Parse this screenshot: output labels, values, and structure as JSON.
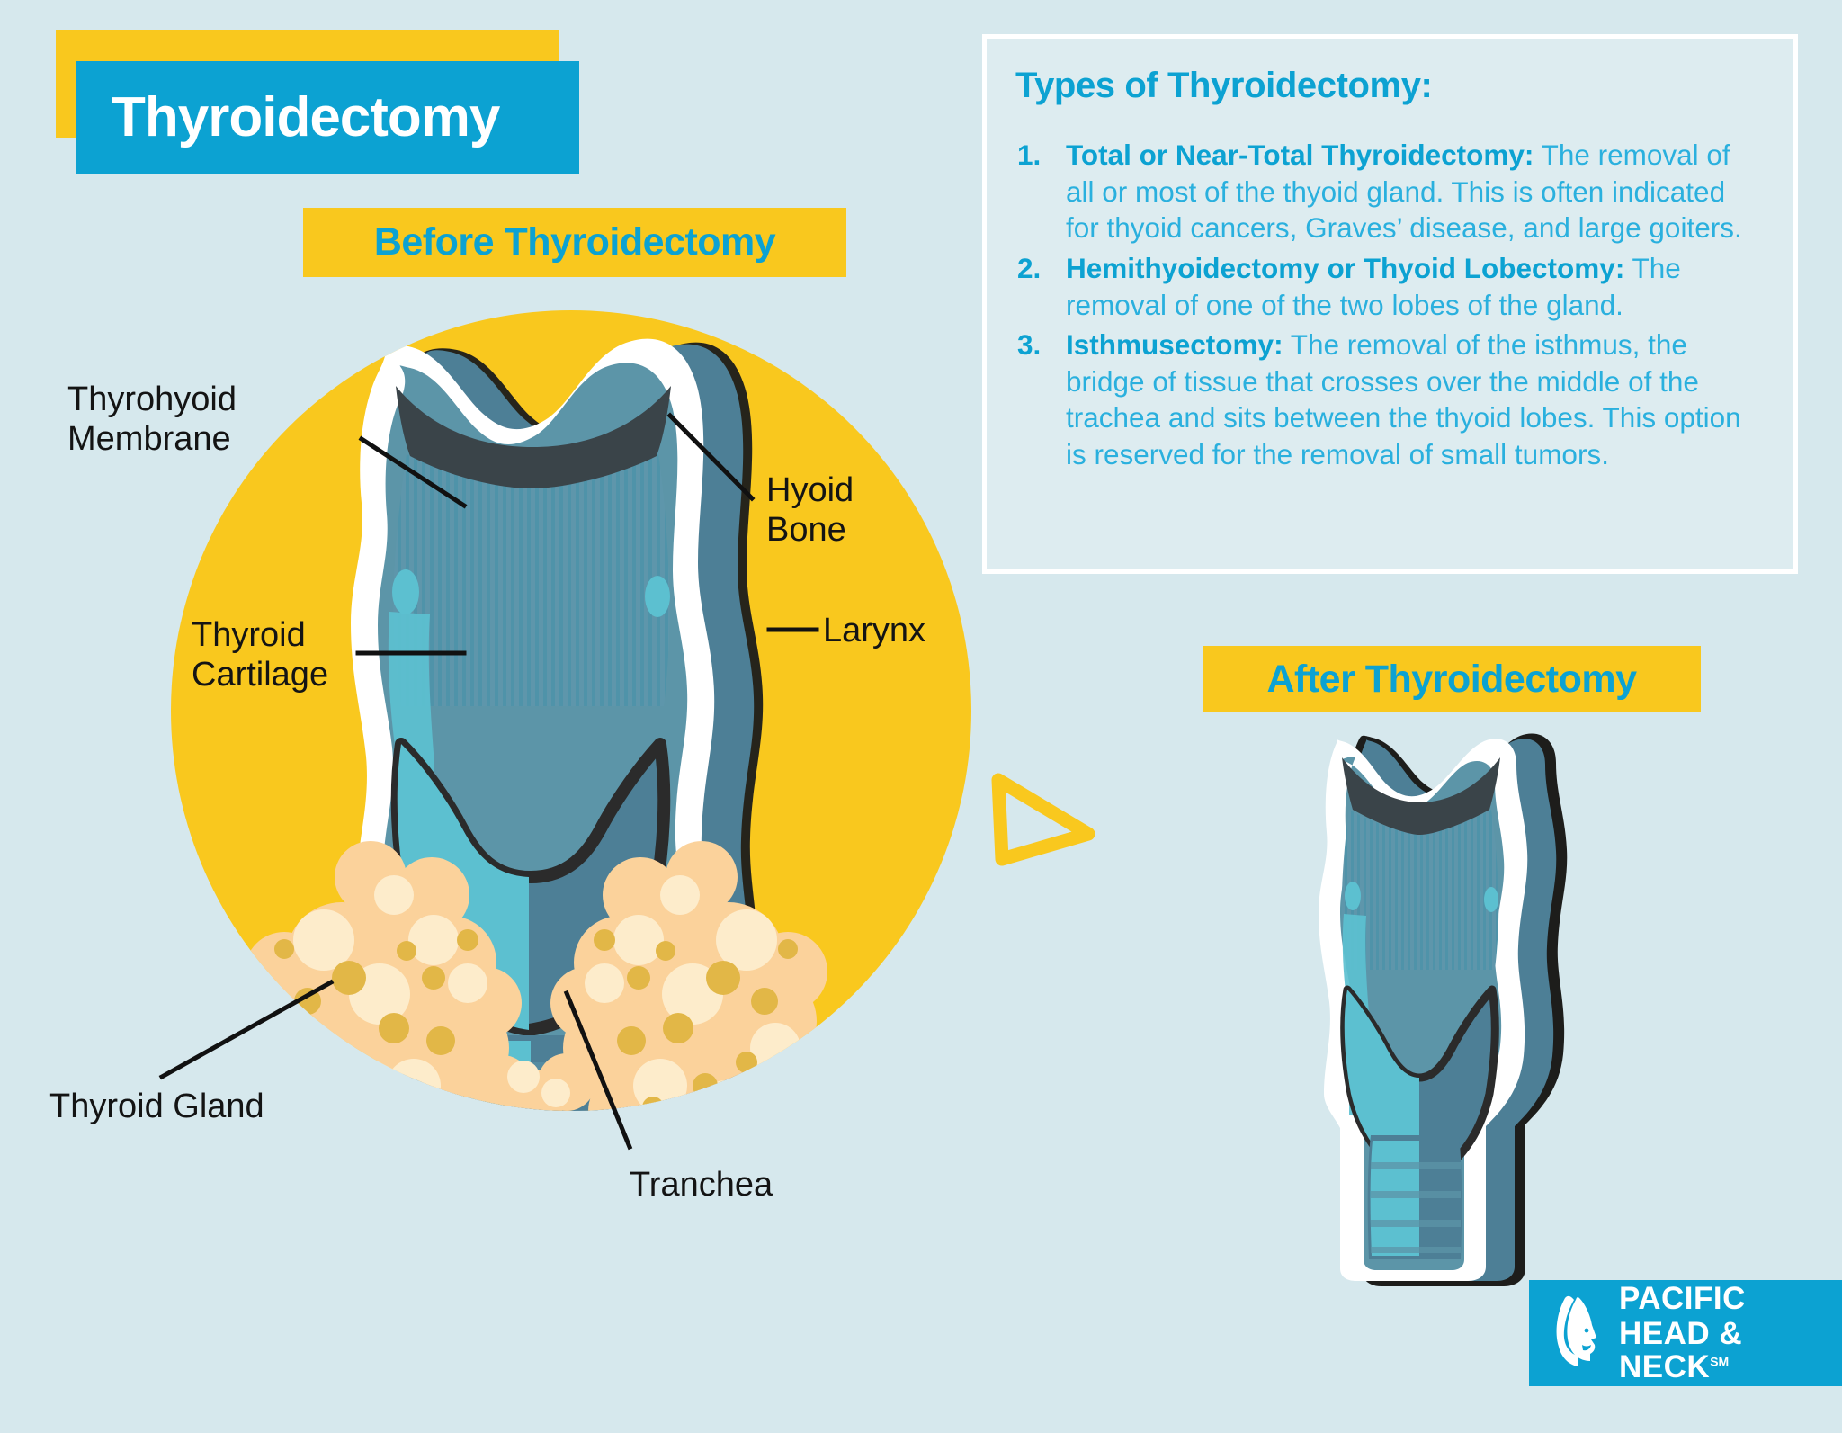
{
  "title": "Thyroidectomy",
  "sections": {
    "before_banner": "Before Thyroidectomy",
    "after_banner": "After Thyroidectomy"
  },
  "types_panel": {
    "heading": "Types of Thyroidectomy:",
    "items": [
      {
        "number": "1.",
        "term": "Total or Near-Total Thyroidectomy:",
        "description": " The removal of all or most of the thyoid gland. This is often indicated for thyoid cancers, Graves’ disease, and large goiters."
      },
      {
        "number": "2.",
        "term": "Hemithyoidectomy or Thyoid Lobectomy:",
        "description": " The removal of one of the two lobes of the gland."
      },
      {
        "number": "3.",
        "term": "Isthmusectomy:",
        "description": "  The removal of the isthmus, the bridge of tissue that crosses over the middle of the trachea and sits between the thyoid lobes. This option is reserved for the removal of small tumors."
      }
    ]
  },
  "labels": {
    "thyrohyoid_membrane": "Thyrohyoid\nMembrane",
    "thyroid_cartilage": "Thyroid\nCartilage",
    "thyroid_gland": "Thyroid Gland",
    "hyoid_bone": "Hyoid\nBone",
    "larynx": "Larynx",
    "tranchea": "Tranchea"
  },
  "logo": {
    "line1": "PACIFIC",
    "line2": "HEAD & NECK",
    "mark_suffix": "SM"
  },
  "colors": {
    "background": "#d6e8ed",
    "brand_blue": "#0ca2d2",
    "accent_yellow": "#f9c81e",
    "body_blue": "#2ab0de",
    "cartilage_light": "#5cc0d0",
    "tissue_dark": "#4d7f96",
    "tissue_mid": "#5c95a8",
    "opening_dark": "#3a4449",
    "gland_peach": "#fcd8a8",
    "gland_cream": "#fdf0d6",
    "gland_gold": "#e2b747",
    "outline": "#1d1d1b",
    "white": "#ffffff"
  }
}
